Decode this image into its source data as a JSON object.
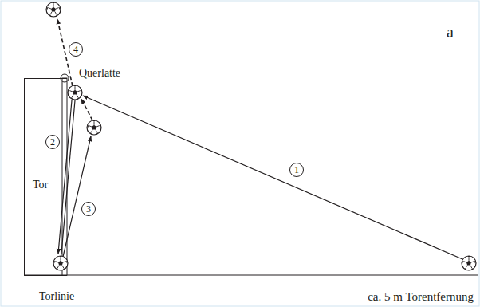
{
  "diagram": {
    "nodes": [
      {
        "text": [
          "Tor"
        ]
      }
    ],
    "labels": [
      "a",
      "Querlatte",
      "Torlinie",
      "ca. 5 m Torentfernung",
      "1",
      "2",
      "3",
      "4"
    ]
  }
}
